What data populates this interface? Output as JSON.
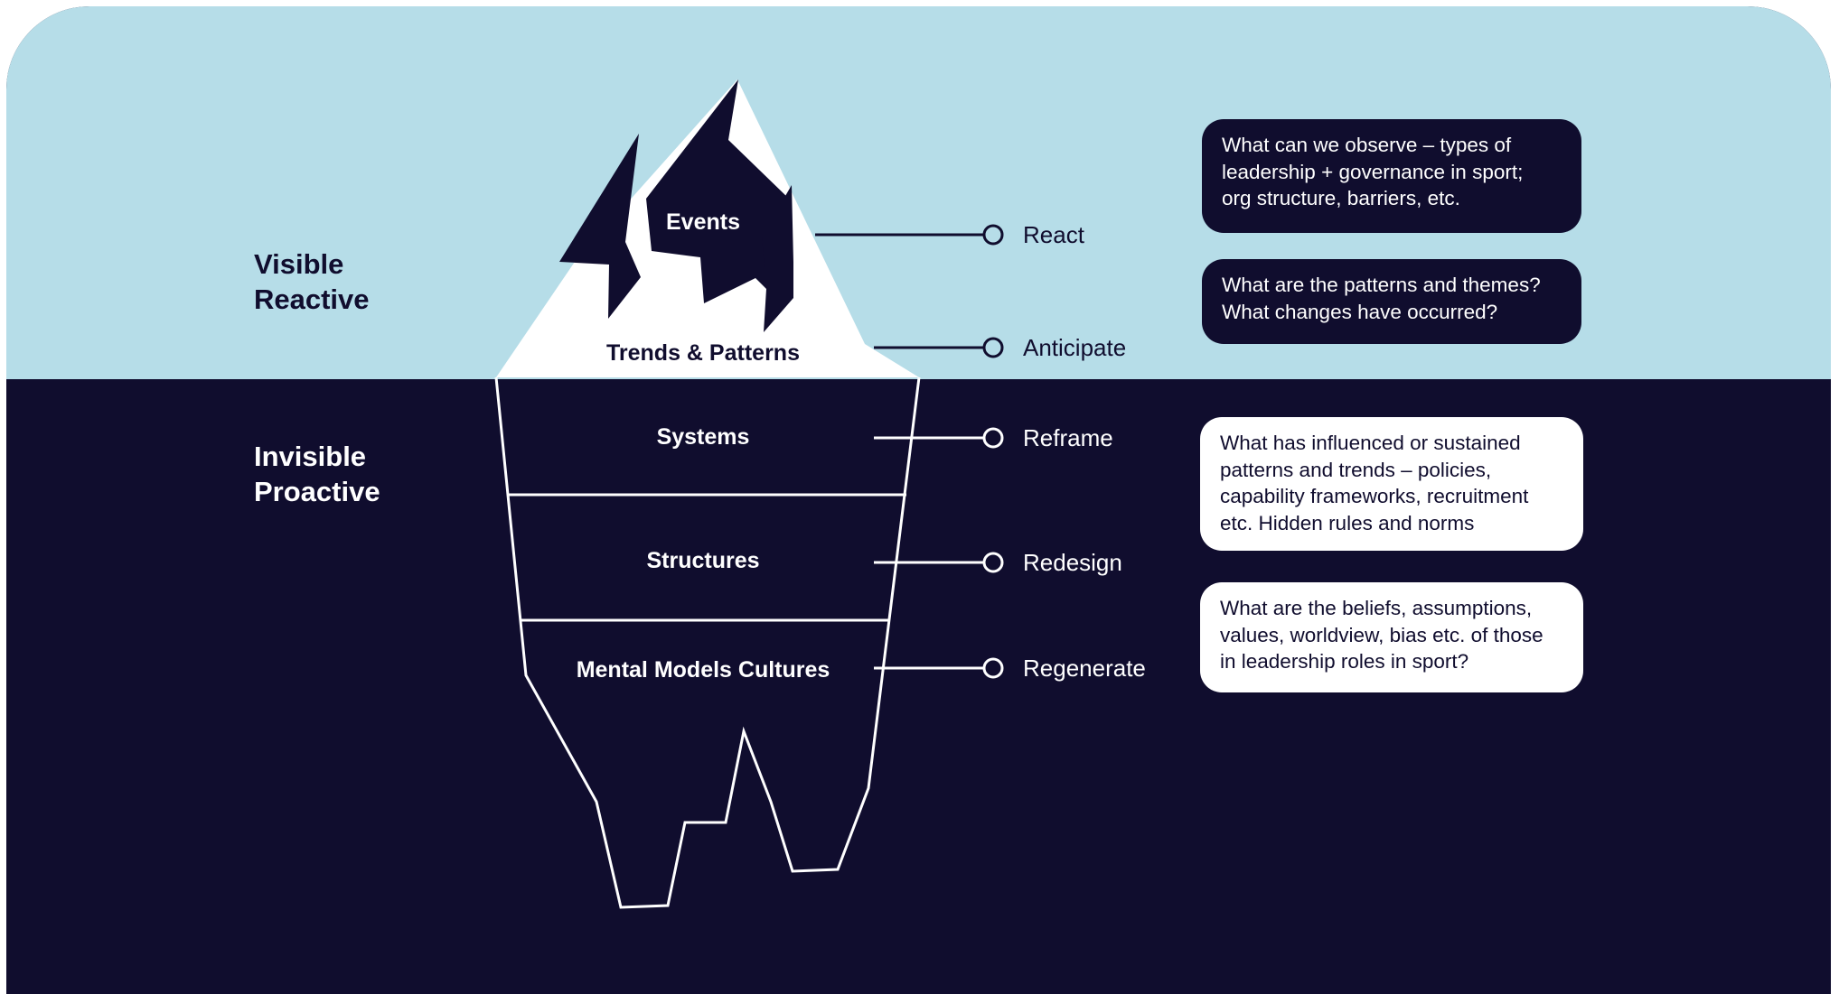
{
  "zones": {
    "visible": "Visible\nReactive",
    "invisible": "Invisible\nProactive"
  },
  "layers": [
    {
      "id": "events",
      "label": "Events",
      "action": "React"
    },
    {
      "id": "trends",
      "label": "Trends & Patterns",
      "action": "Anticipate"
    },
    {
      "id": "systems",
      "label": "Systems",
      "action": "Reframe"
    },
    {
      "id": "structures",
      "label": "Structures",
      "action": "Redesign"
    },
    {
      "id": "mental-models",
      "label": "Mental Models Cultures",
      "action": "Regenerate"
    }
  ],
  "questions": [
    {
      "style": "dark",
      "lines": [
        "What can we observe – types of",
        "leadership + governance in sport;",
        "org structure, barriers, etc."
      ]
    },
    {
      "style": "dark",
      "lines": [
        "What are the patterns and themes?",
        "What changes have occurred?"
      ]
    },
    {
      "style": "light",
      "lines": [
        "What has influenced or sustained",
        "patterns and trends – policies,",
        "capability frameworks, recruitment",
        "etc. Hidden rules and norms"
      ]
    },
    {
      "style": "light",
      "lines": [
        "What are the beliefs, assumptions,",
        "values, worldview, bias etc. of those",
        "in leadership roles in sport?"
      ]
    }
  ],
  "colors": {
    "navy": "#100d2e",
    "sky": "#b6dde8",
    "ice": "#ffffff"
  }
}
